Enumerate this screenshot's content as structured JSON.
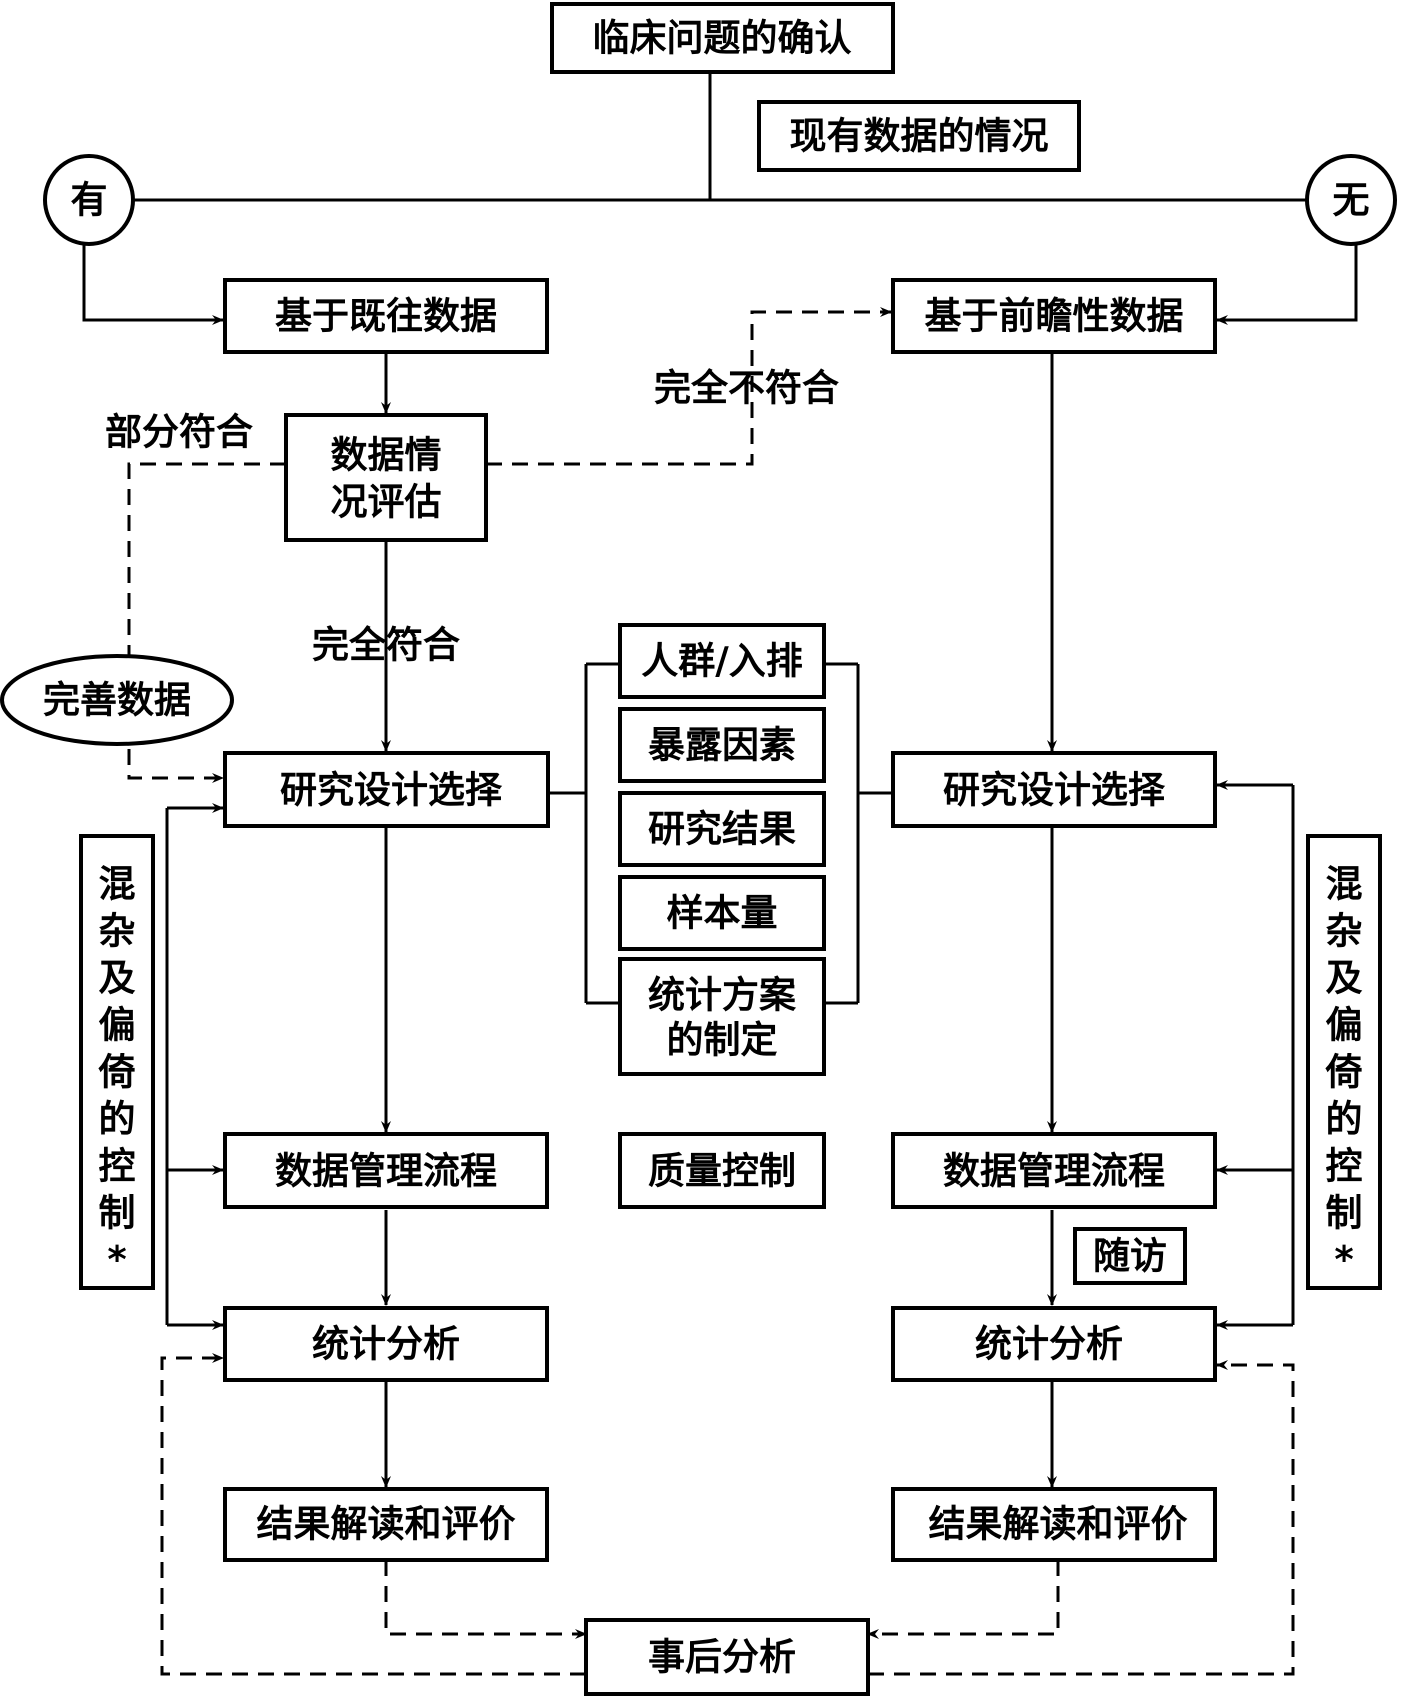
{
  "nodes": {
    "clinical_question": "临床问题的确认",
    "existing_data": "现有数据的情况",
    "has": "有",
    "none": "无",
    "retrospective": "基于既往数据",
    "prospective": "基于前瞻性数据",
    "assessment_line1": "数据情",
    "assessment_line2": "况评估",
    "improve_data": "完善数据",
    "design_left": "研究设计选择",
    "design_right": "研究设计选择",
    "population": "人群/入排",
    "exposure": "暴露因素",
    "outcome": "研究结果",
    "sample_size": "样本量",
    "stat_plan_line1": "统计方案",
    "stat_plan_line2": "的制定",
    "data_mgmt_left": "数据管理流程",
    "data_mgmt_right": "数据管理流程",
    "quality_control": "质量控制",
    "follow_up": "随访",
    "stat_left": "统计分析",
    "stat_right": "统计分析",
    "interpret_left": "结果解读和评价",
    "interpret_right": "结果解读和评价",
    "post_hoc": "事后分析"
  },
  "side_labels": {
    "confounding_chars": [
      "混",
      "杂",
      "及",
      "偏",
      "倚",
      "的",
      "控",
      "制",
      "*"
    ]
  },
  "edge_labels": {
    "partial": "部分符合",
    "no_match": "完全不符合",
    "full_match": "完全符合"
  }
}
